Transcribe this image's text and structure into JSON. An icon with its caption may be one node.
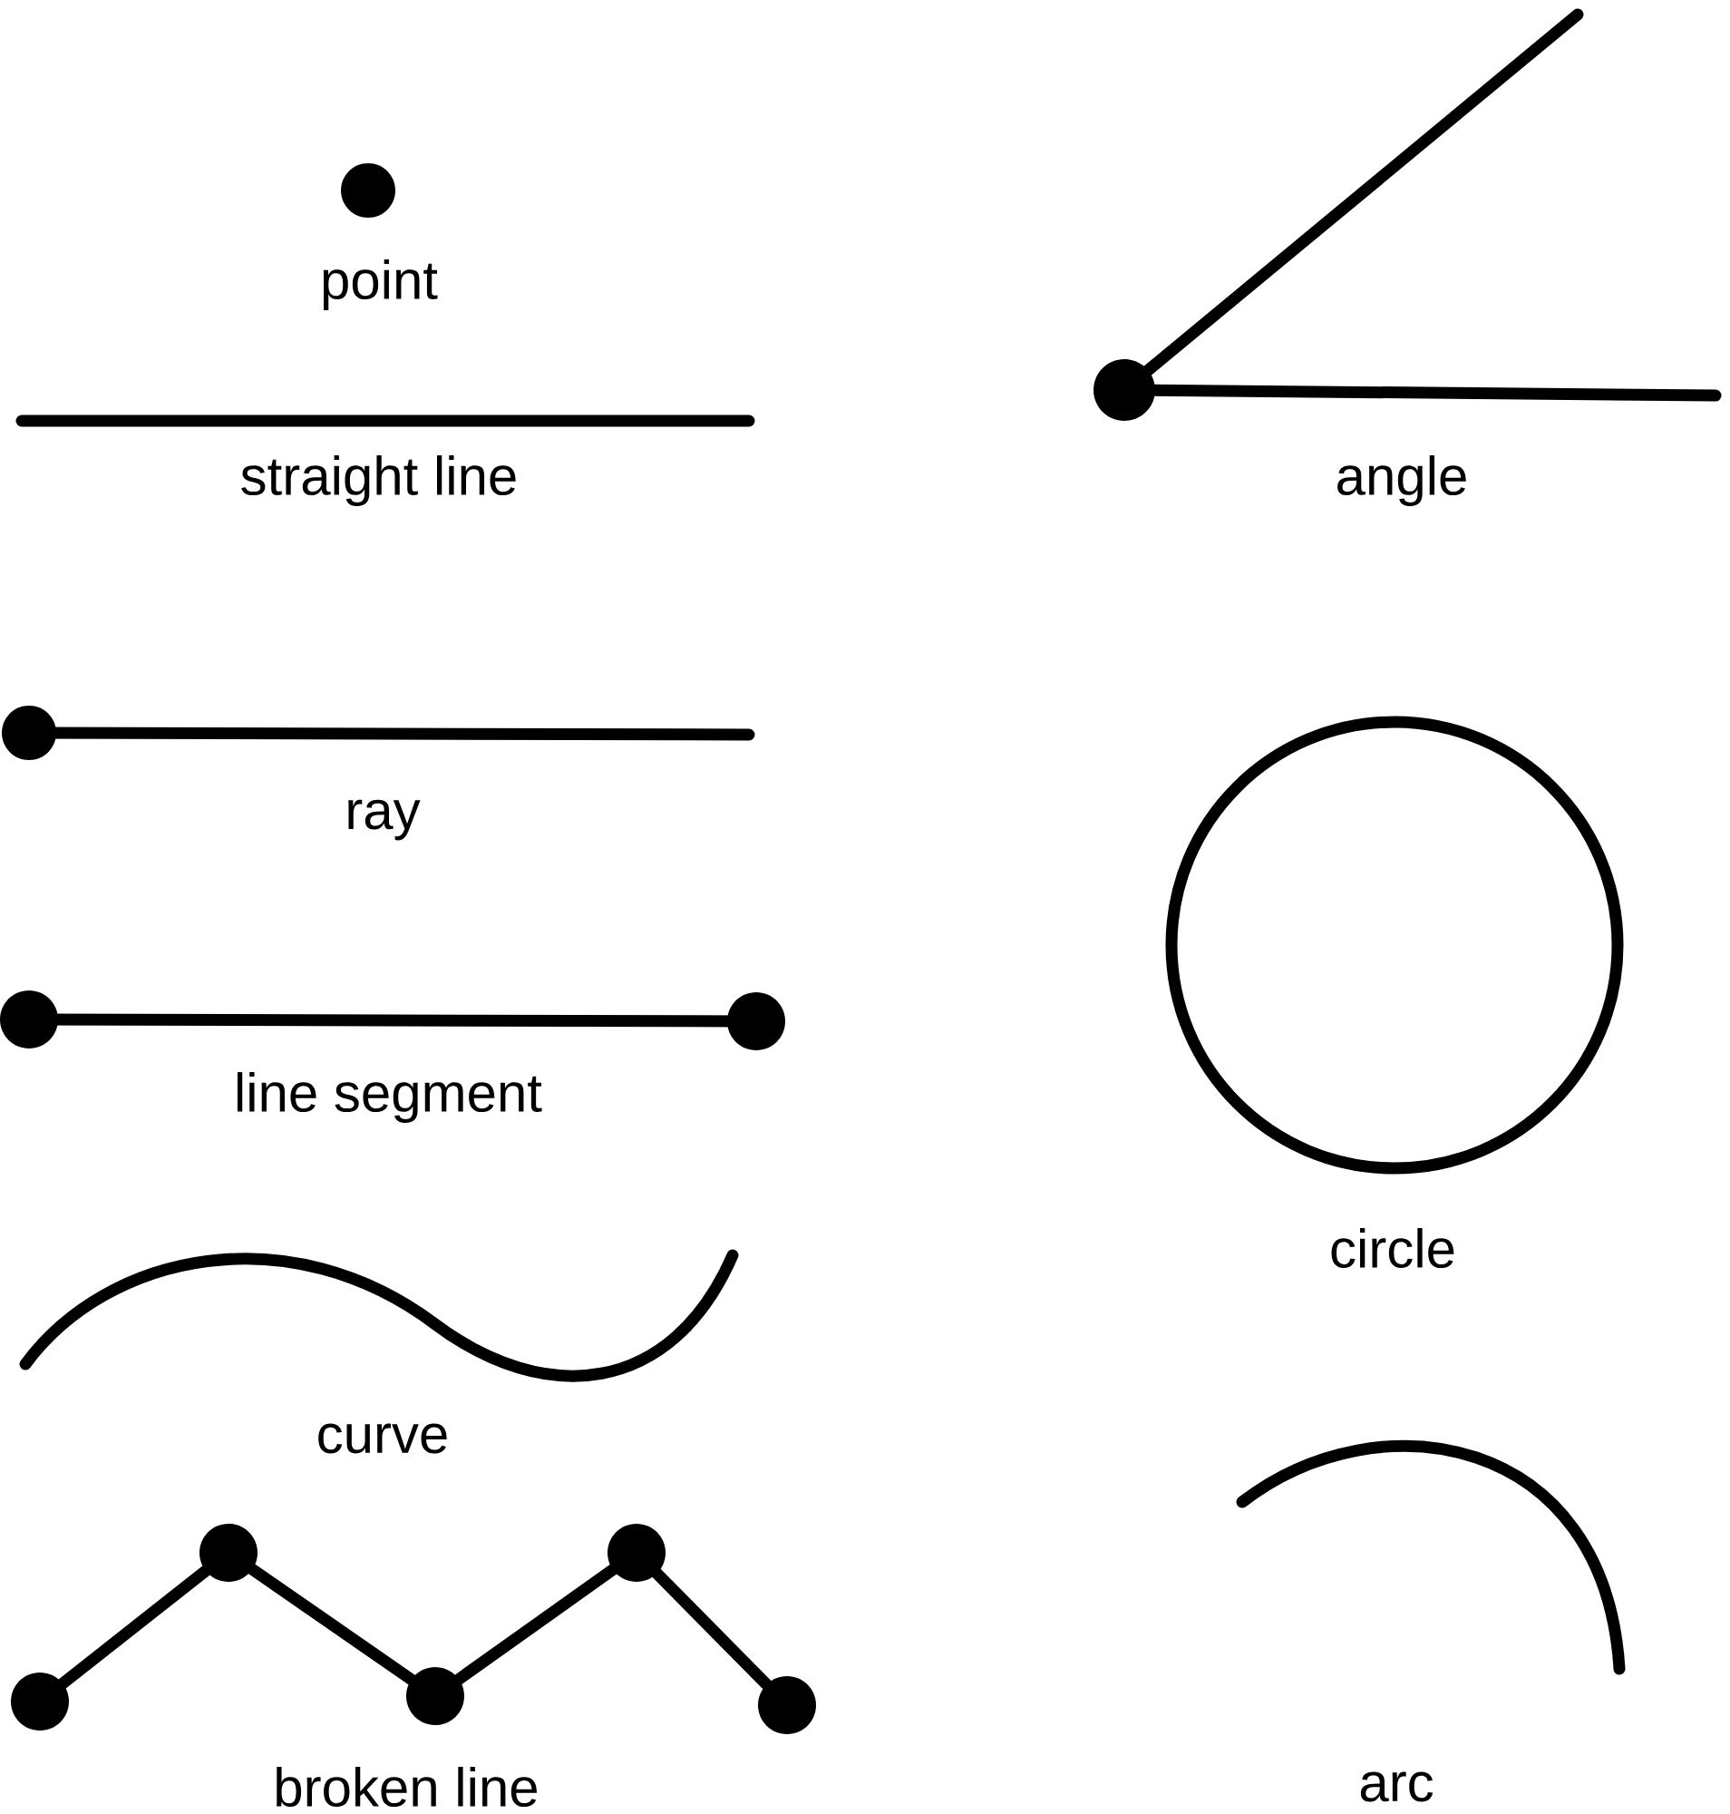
{
  "diagram": {
    "labels": [
      "point",
      "straight line",
      "angle",
      "ray",
      "line segment",
      "circle",
      "curve",
      "broken line",
      "arc"
    ]
  }
}
